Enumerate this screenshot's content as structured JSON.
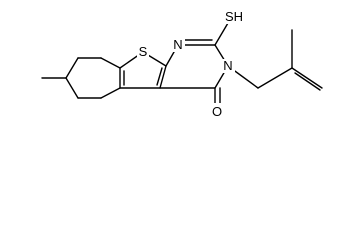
{
  "diagram": {
    "atoms": {
      "sulfur_ring": "S",
      "nitrogen_top": "N",
      "thiol": "SH",
      "nitrogen_bottom": "N",
      "oxygen": "O"
    }
  }
}
